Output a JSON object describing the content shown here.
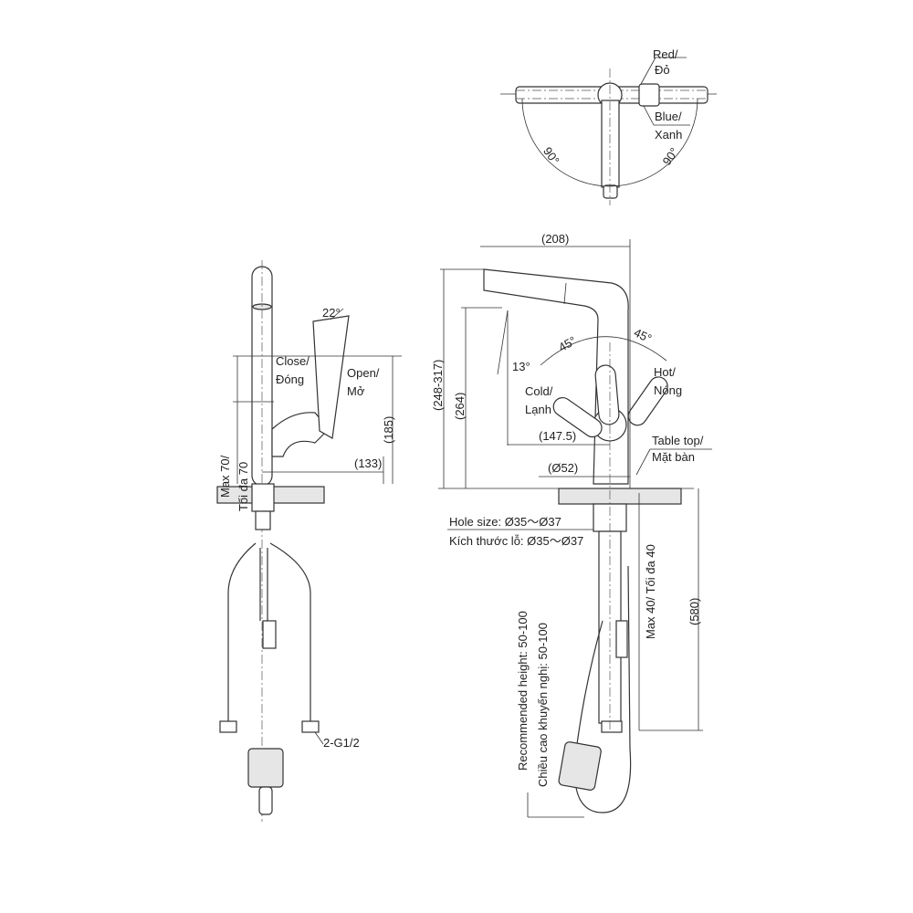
{
  "top_view": {
    "red": "Red/",
    "red_vi": "Đỏ",
    "blue": "Blue/",
    "blue_vi": "Xanh",
    "angle_left": "90°",
    "angle_right": "90°"
  },
  "side_view": {
    "angle": "22°",
    "close": "Close/",
    "close_vi": "Đóng",
    "open": "Open/",
    "open_vi": "Mở",
    "dim_185": "(185)",
    "dim_133": "(133)",
    "max70": "Max 70/",
    "max70_vi": "Tối đa 70",
    "thread": "2-G1/2"
  },
  "front_view": {
    "dim_208": "(208)",
    "dim_248_317": "(248-317)",
    "dim_264": "(264)",
    "angle_13": "13°",
    "angle_45_left": "45°",
    "angle_45_right": "45°",
    "hot": "Hot/",
    "hot_vi": "Nóng",
    "cold": "Cold/",
    "cold_vi": "Lạnh",
    "dim_147_5": "(147.5)",
    "table_top": "Table top/",
    "table_top_vi": "Mặt bàn",
    "dim_52": "(Ø52)",
    "hole_size": "Hole size: Ø35～Ø37",
    "hole_size_vi": "Kích thước lỗ: Ø35～Ø37",
    "max40": "Max 40/ Tối đa 40",
    "dim_580": "(580)",
    "recommended": "Recommended height: 50-100",
    "recommended_vi": "Chiều cao khuyến nghị: 50-100"
  }
}
